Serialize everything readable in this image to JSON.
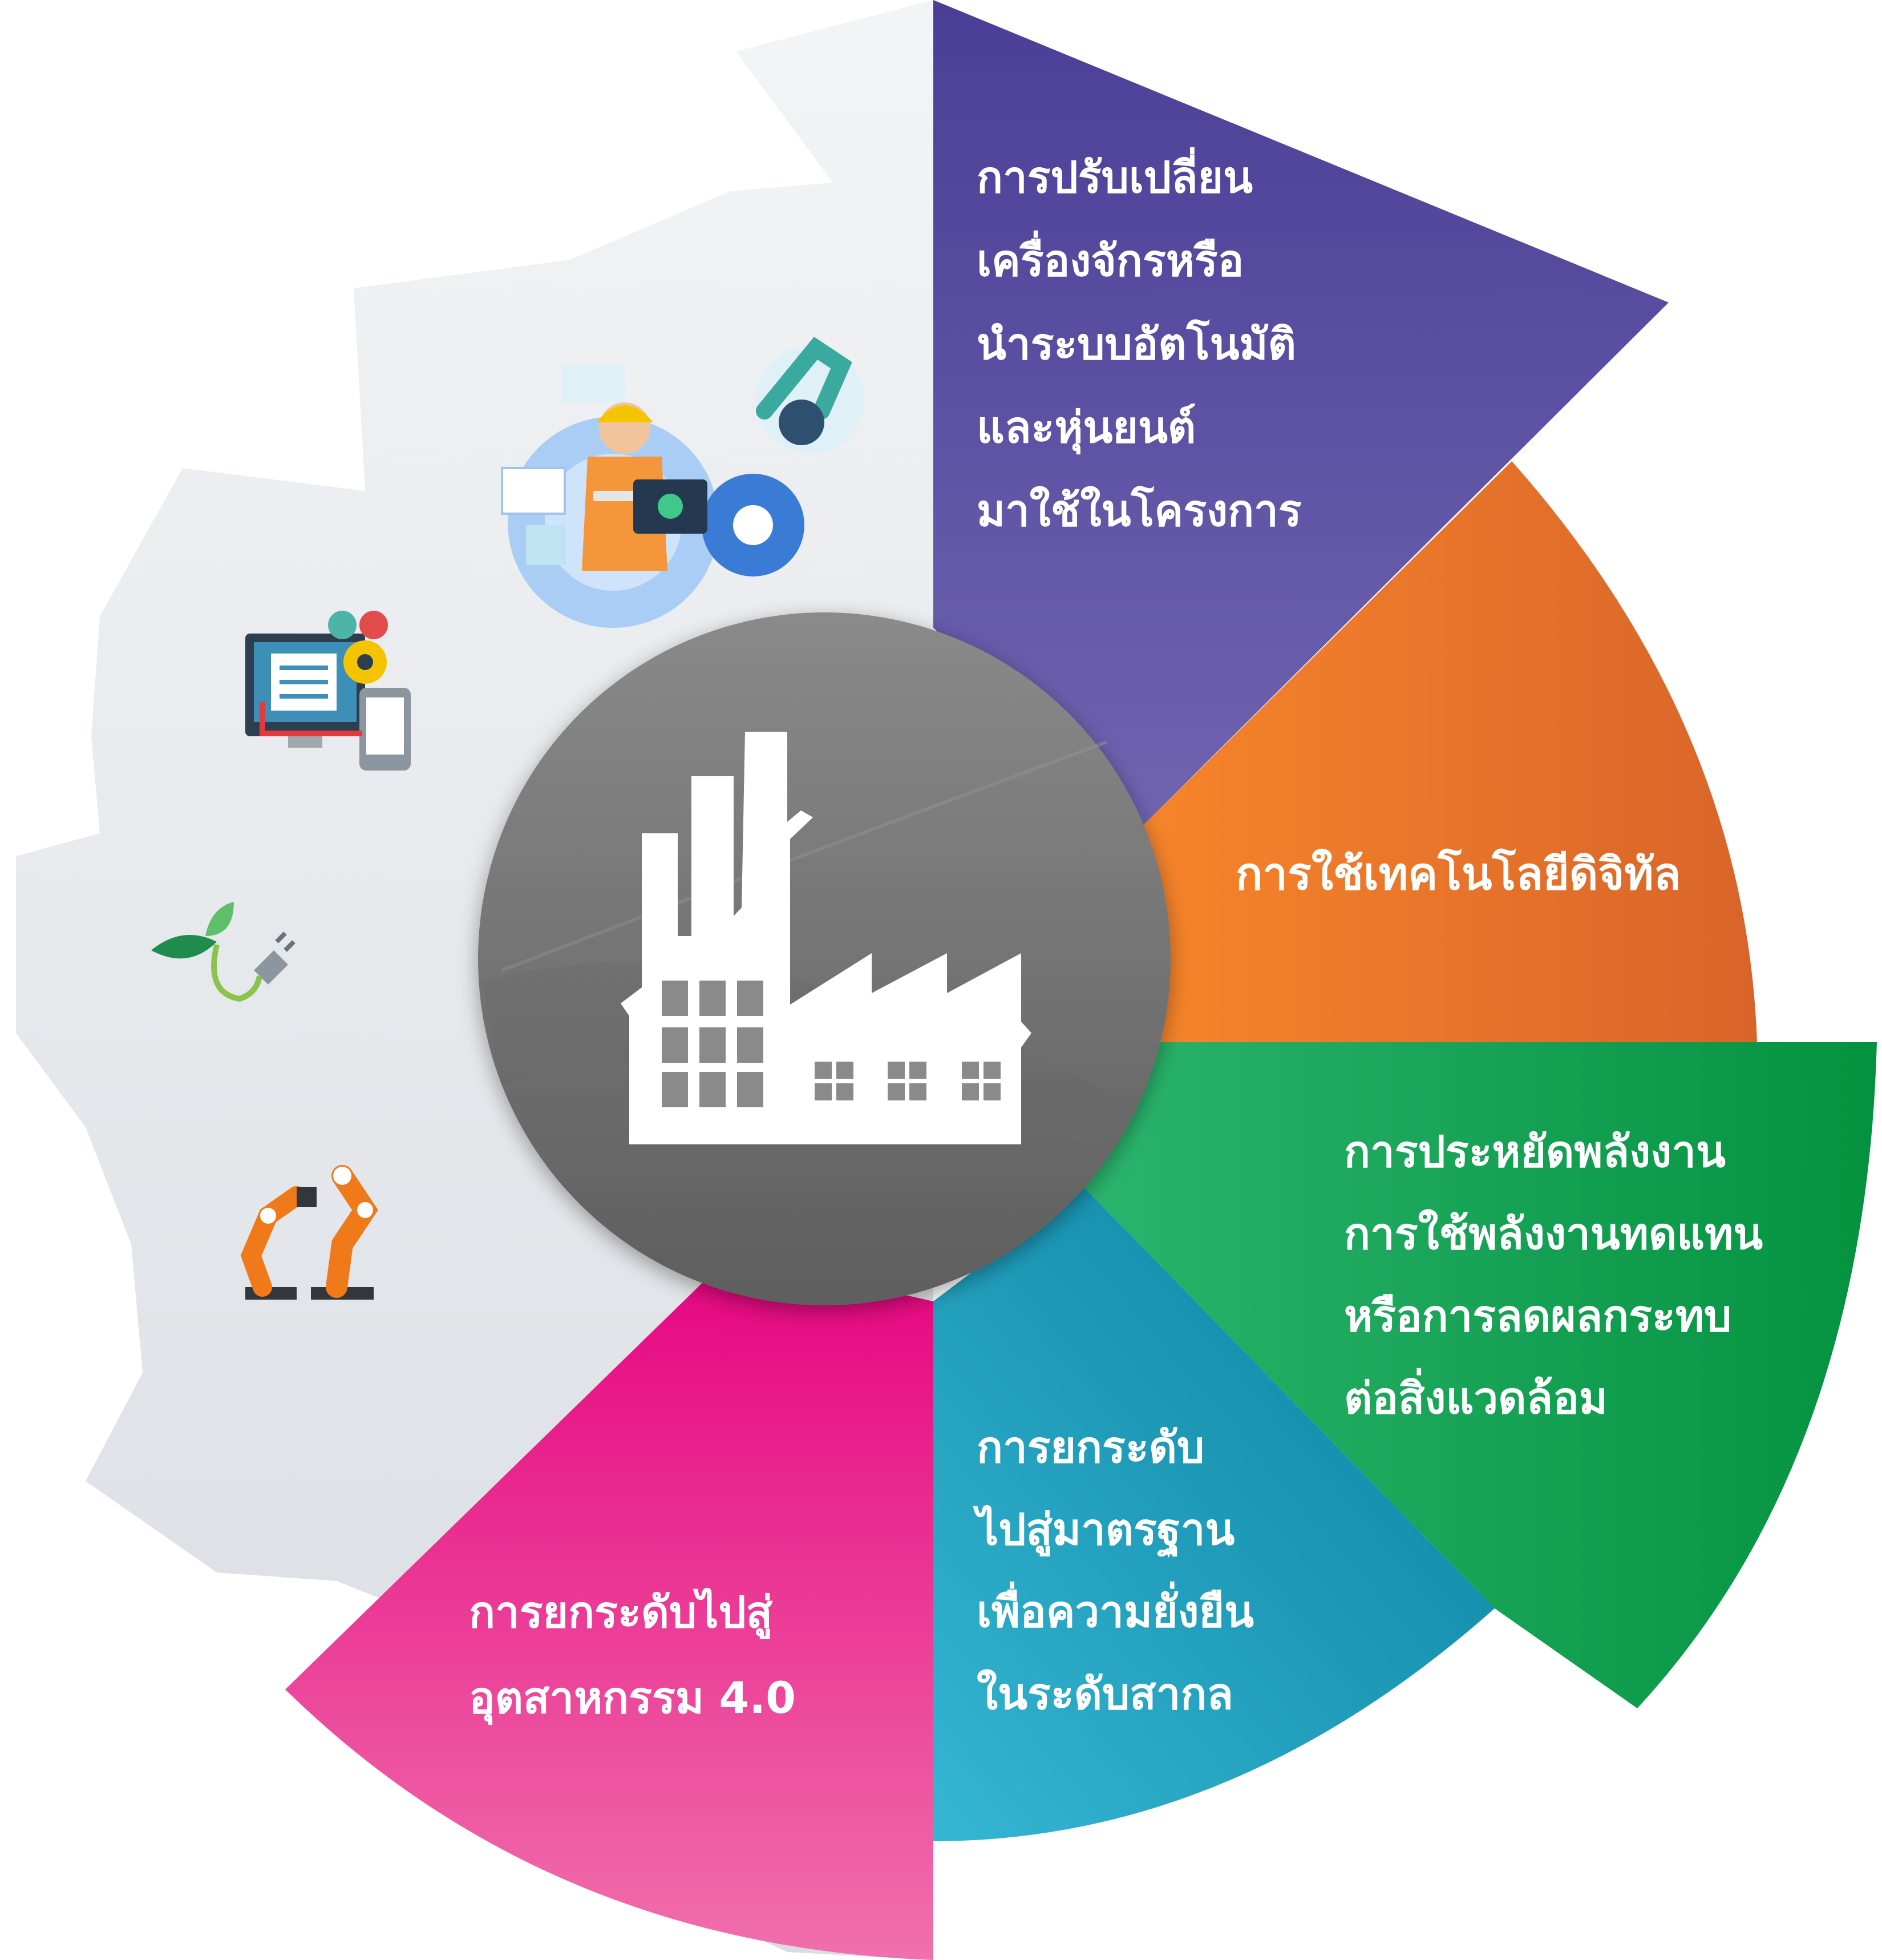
{
  "diagram": {
    "center": {
      "icon": "factory-icon"
    },
    "segments": [
      {
        "id": "automation",
        "color": "#4a3e97",
        "lines": [
          "การปรับเปลี่ยน",
          "เครื่องจักรหรือ",
          "นำระบบอัตโนมัติ",
          "และหุ่นยนต์",
          "มาใช้ในโครงการ"
        ]
      },
      {
        "id": "digital",
        "color": "#ed7322",
        "lines": [
          "การใช้เทคโนโลยีดิจิทัล"
        ]
      },
      {
        "id": "energy",
        "color": "#0f9c4f",
        "lines": [
          "การประหยัดพลังงาน",
          "การใช้พลังงานทดแทน",
          "หรือการลดผลกระทบ",
          "ต่อสิ่งแวดล้อม"
        ]
      },
      {
        "id": "standard",
        "color": "#0e8fb0",
        "lines": [
          "การยกระดับ",
          "ไปสู่มาตรฐาน",
          "เพื่อความยั่งยืน",
          "ในระดับสากล"
        ]
      },
      {
        "id": "industry40",
        "color": "#e6097f",
        "lines": [
          "การยกระดับไปสู่",
          "อุตสาหกรรม 4.0"
        ]
      }
    ],
    "gear_icons": [
      "engineer-automation-icon",
      "computer-mobile-sync-icon",
      "green-energy-plug-icon",
      "robot-arms-icon"
    ]
  }
}
